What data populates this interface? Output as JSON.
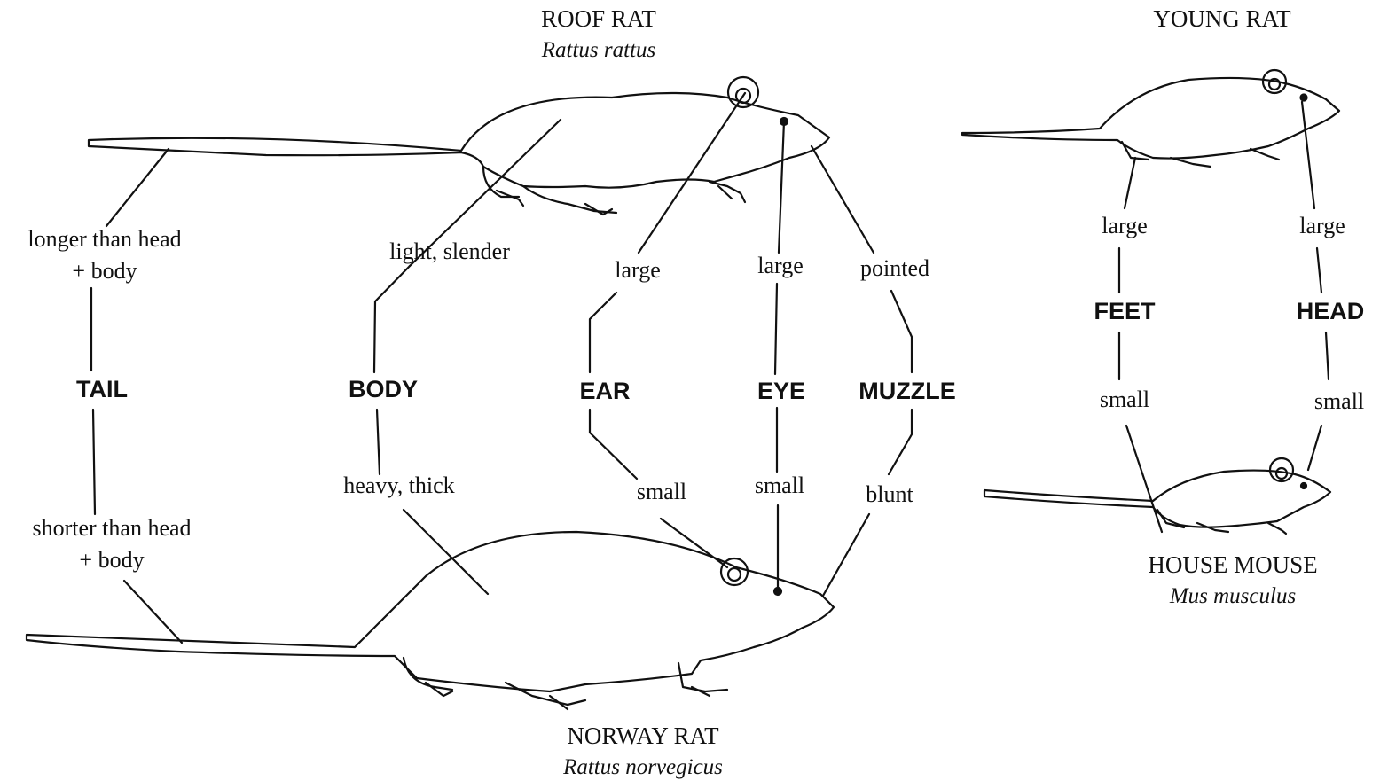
{
  "colors": {
    "ink": "#111111",
    "background": "#ffffff"
  },
  "species": {
    "roof_rat": {
      "common": "ROOF RAT",
      "latin": "Rattus rattus"
    },
    "norway_rat": {
      "common": "NORWAY RAT",
      "latin": "Rattus norvegicus"
    },
    "young_rat": {
      "common": "YOUNG RAT"
    },
    "house_mouse": {
      "common": "HOUSE MOUSE",
      "latin": "Mus musculus"
    }
  },
  "features": {
    "tail": {
      "name": "TAIL",
      "roof": "longer than head",
      "roof_2": "+ body",
      "norway": "shorter than head",
      "norway_2": "+ body"
    },
    "body": {
      "name": "BODY",
      "roof": "light, slender",
      "norway": "heavy, thick"
    },
    "ear": {
      "name": "EAR",
      "roof": "large",
      "norway": "small"
    },
    "eye": {
      "name": "EYE",
      "roof": "large",
      "norway": "small"
    },
    "muzzle": {
      "name": "MUZZLE",
      "roof": "pointed",
      "norway": "blunt"
    },
    "feet": {
      "name": "FEET",
      "young": "large",
      "mouse": "small"
    },
    "head": {
      "name": "HEAD",
      "young": "large",
      "mouse": "small"
    }
  },
  "icons": [
    "roof-rat-illustration",
    "norway-rat-illustration",
    "young-rat-illustration",
    "house-mouse-illustration"
  ]
}
